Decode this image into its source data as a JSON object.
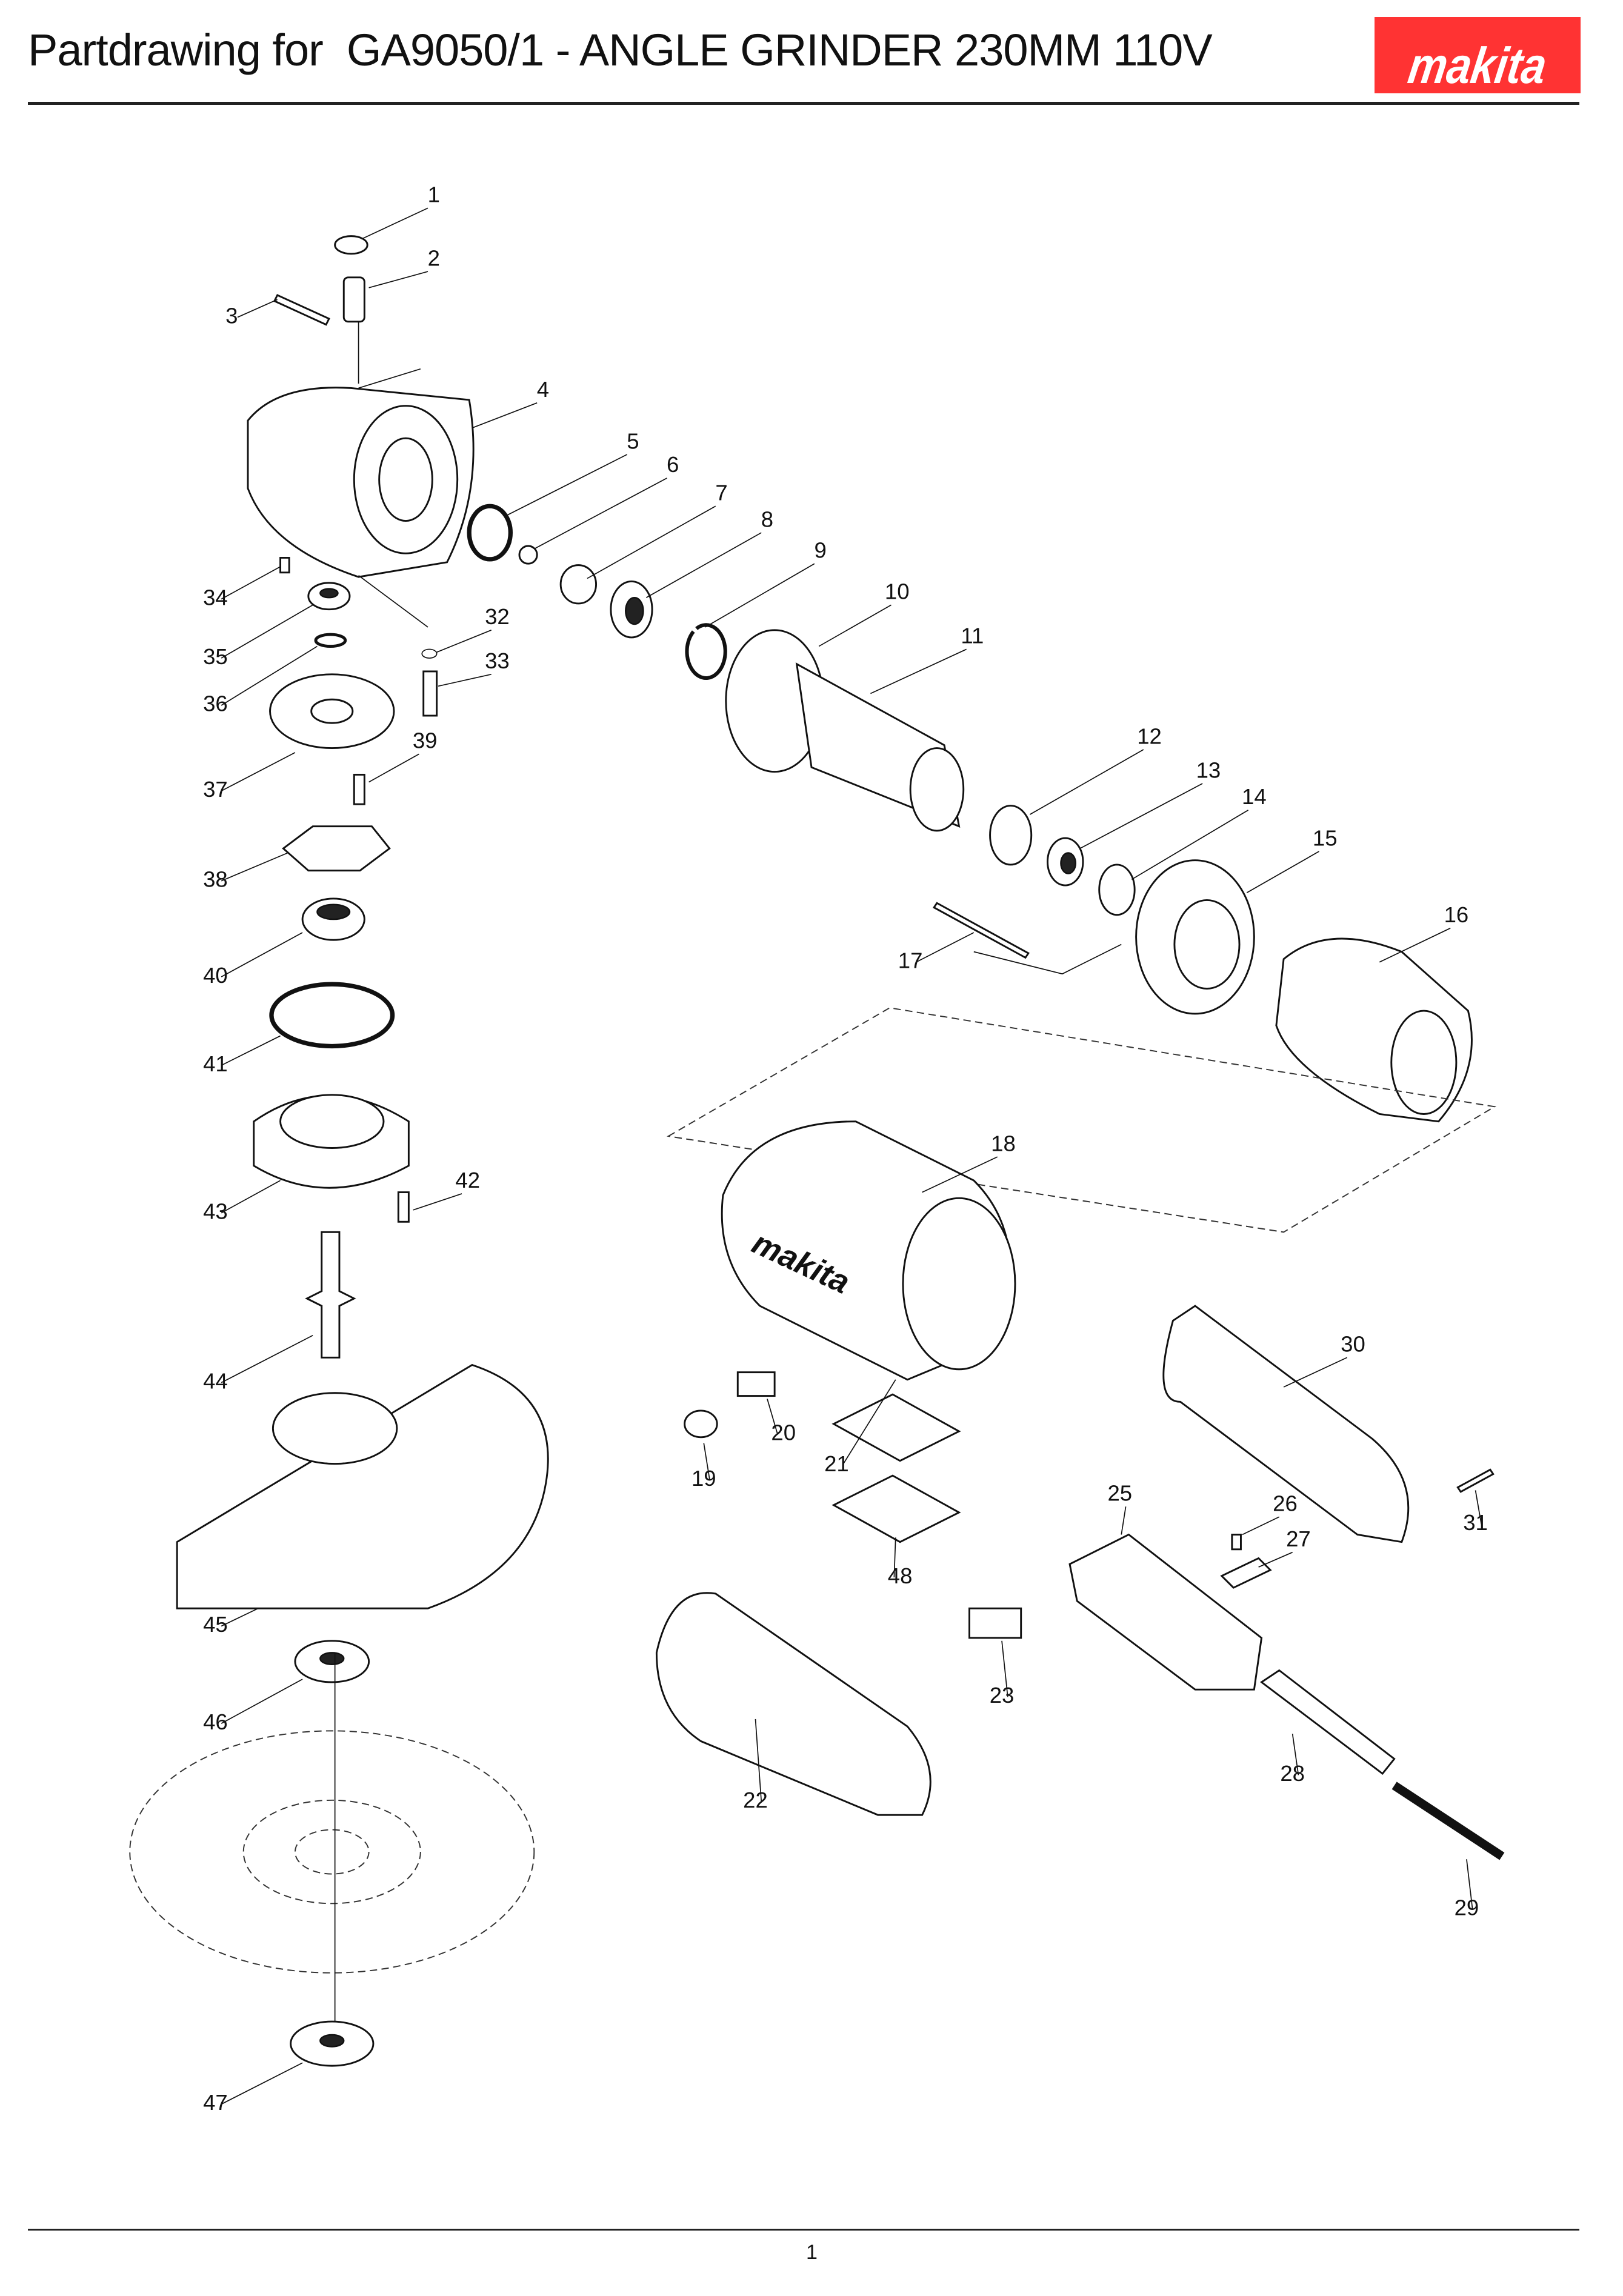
{
  "header": {
    "title": "Partdrawing for  GA9050/1 - ANGLE GRINDER 230MM 110V",
    "logo_text": "makita",
    "logo_color": "#ff3333"
  },
  "callouts": [
    "1",
    "2",
    "3",
    "4",
    "5",
    "6",
    "7",
    "8",
    "9",
    "10",
    "11",
    "12",
    "13",
    "14",
    "15",
    "16",
    "17",
    "18",
    "19",
    "20",
    "21",
    "22",
    "23",
    "25",
    "26",
    "27",
    "28",
    "29",
    "30",
    "31",
    "32",
    "33",
    "34",
    "35",
    "36",
    "37",
    "38",
    "39",
    "40",
    "41",
    "42",
    "43",
    "44",
    "45",
    "46",
    "47",
    "48"
  ],
  "footer": {
    "page_number": "1"
  }
}
